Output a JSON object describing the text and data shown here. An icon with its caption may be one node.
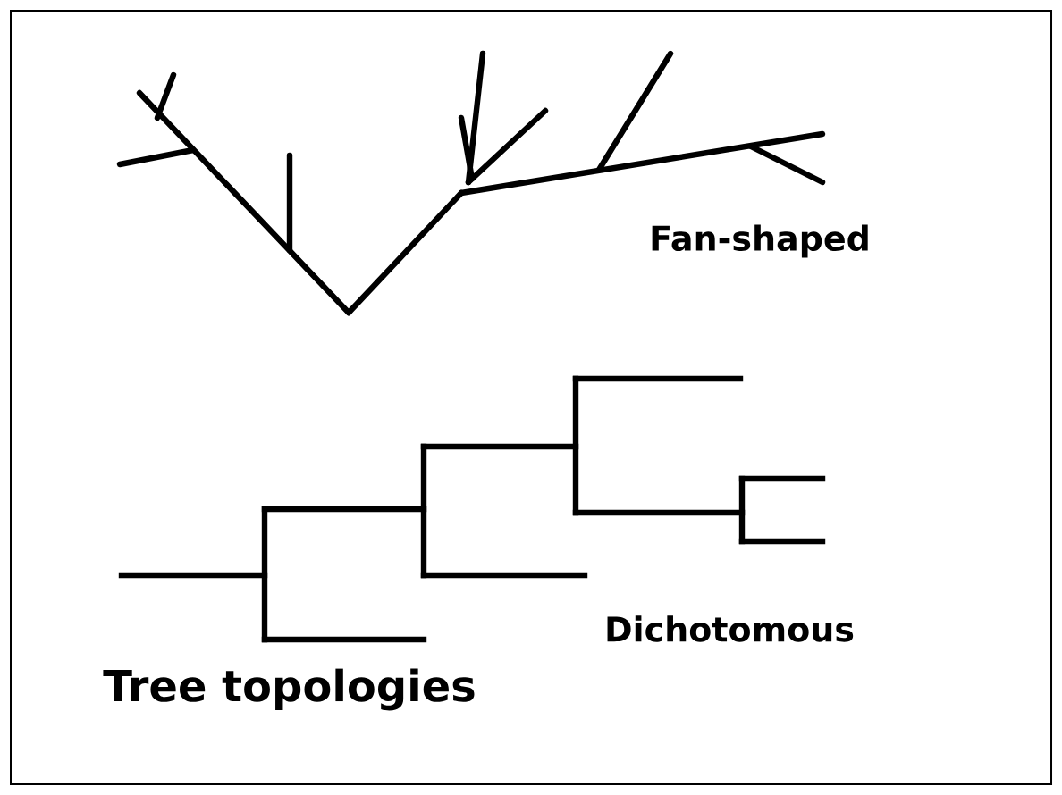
{
  "diagram": {
    "title": "Tree topologies",
    "labels": [
      "Fan-shaped",
      "Dichotomous"
    ]
  }
}
